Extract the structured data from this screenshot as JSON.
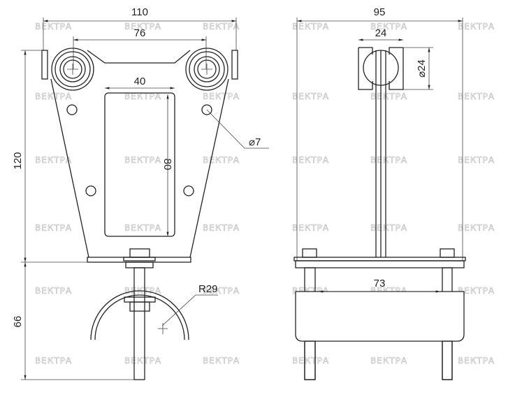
{
  "watermark": "ВЕКТРА",
  "front_view": {
    "dim_overall_width": "110",
    "dim_roller_spacing": "76",
    "dim_window_width": "40",
    "dim_window_height": "80",
    "dim_hole": "⌀7",
    "dim_height_body": "120",
    "dim_height_lower": "66",
    "dim_radius": "R29"
  },
  "side_view": {
    "dim_overall_width": "95",
    "dim_roller_width": "24",
    "dim_roller_diameter": "⌀24",
    "dim_box_width": "73"
  }
}
